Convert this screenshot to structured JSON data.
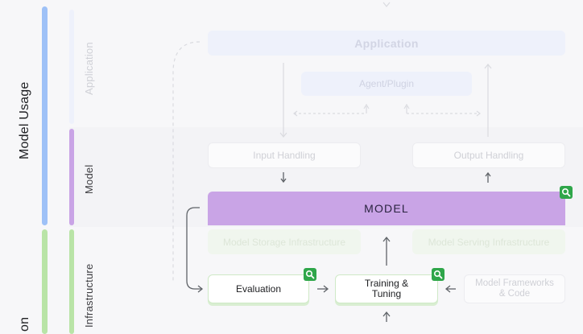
{
  "sidebar": {
    "groups": [
      {
        "label": "Model Usage",
        "color": "#9ec1f7"
      },
      {
        "label": "on",
        "color": "#b9e4a7"
      }
    ],
    "layers": [
      {
        "label": "Application",
        "color": "#eef1fb"
      },
      {
        "label": "Model",
        "color": "#c9a4e6"
      },
      {
        "label": "Infrastructure",
        "color": "#b9e4a7"
      }
    ]
  },
  "diagram": {
    "application": "Application",
    "agent_plugin": "Agent/Plugin",
    "input_handling": "Input Handling",
    "output_handling": "Output Handling",
    "model": "MODEL",
    "model_storage": "Model Storage Infrastructure",
    "model_serving": "Model Serving Infrastructure",
    "evaluation": "Evaluation",
    "training_tuning": "Training &\nTuning",
    "model_frameworks": "Model Frameworks\n& Code"
  },
  "badges": {
    "icon": "magnifier-icon",
    "color": "#2fa64a"
  }
}
